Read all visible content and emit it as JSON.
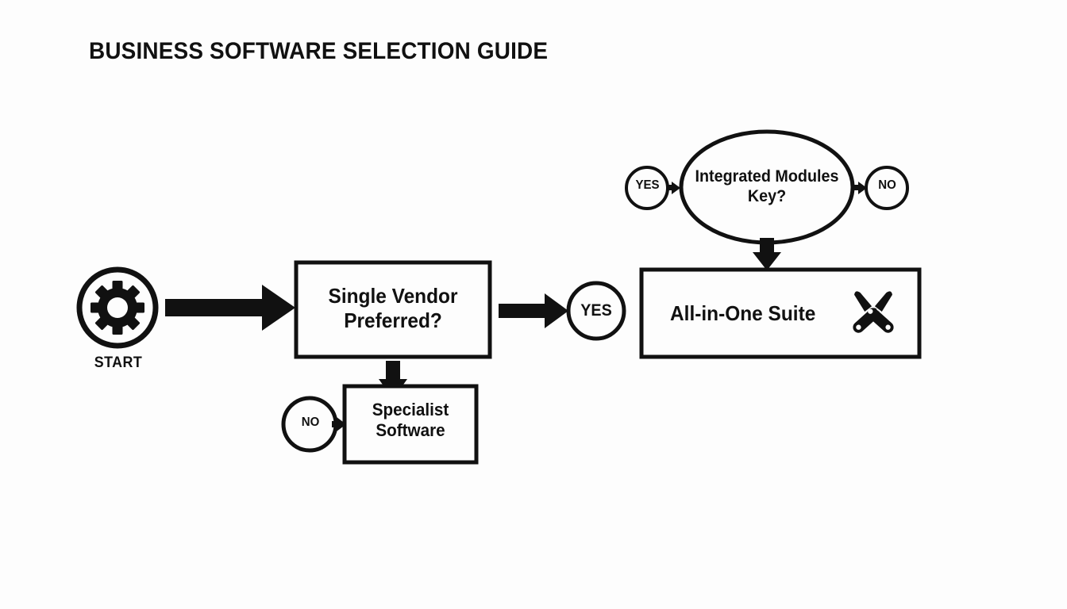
{
  "page": {
    "title": "BUSINESS SOFTWARE SELECTION GUIDE",
    "background_color": "#fdfdfd",
    "ink_color": "#111111"
  },
  "diagram": {
    "type": "flowchart",
    "nodes": {
      "start": {
        "label": "START",
        "shape": "circle",
        "icon": "gear-icon"
      },
      "decision_single_vendor": {
        "label": "Single Vendor\nPreferred?",
        "shape": "rectangle"
      },
      "yes_main": {
        "label": "YES",
        "shape": "circle"
      },
      "no_left": {
        "label": "NO",
        "shape": "circle"
      },
      "specialist_software": {
        "label": "Specialist\nSoftware",
        "shape": "rectangle"
      },
      "decision_integrated_modules": {
        "label": "Integrated Modules\nKey?",
        "shape": "ellipse"
      },
      "yes_small": {
        "label": "YES",
        "shape": "circle"
      },
      "no_small": {
        "label": "NO",
        "shape": "circle"
      },
      "all_in_one_suite": {
        "label": "All-in-One Suite",
        "shape": "rectangle",
        "icon": "crossed-pocket-knives-icon"
      }
    },
    "edges": [
      {
        "from": "start",
        "to": "decision_single_vendor",
        "style": "thick-arrow",
        "direction": "right"
      },
      {
        "from": "decision_single_vendor",
        "to": "yes_main",
        "style": "thick-arrow",
        "direction": "right"
      },
      {
        "from": "decision_single_vendor",
        "to": "specialist_software",
        "style": "thick-arrow",
        "direction": "down"
      },
      {
        "from": "no_left",
        "to": "specialist_software",
        "style": "small-arrow",
        "direction": "right"
      },
      {
        "from": "yes_small",
        "to": "decision_integrated_modules",
        "style": "small-arrow",
        "direction": "right"
      },
      {
        "from": "decision_integrated_modules",
        "to": "no_small",
        "style": "small-arrow",
        "direction": "right"
      },
      {
        "from": "decision_integrated_modules",
        "to": "all_in_one_suite",
        "style": "thick-arrow",
        "direction": "down"
      }
    ]
  }
}
